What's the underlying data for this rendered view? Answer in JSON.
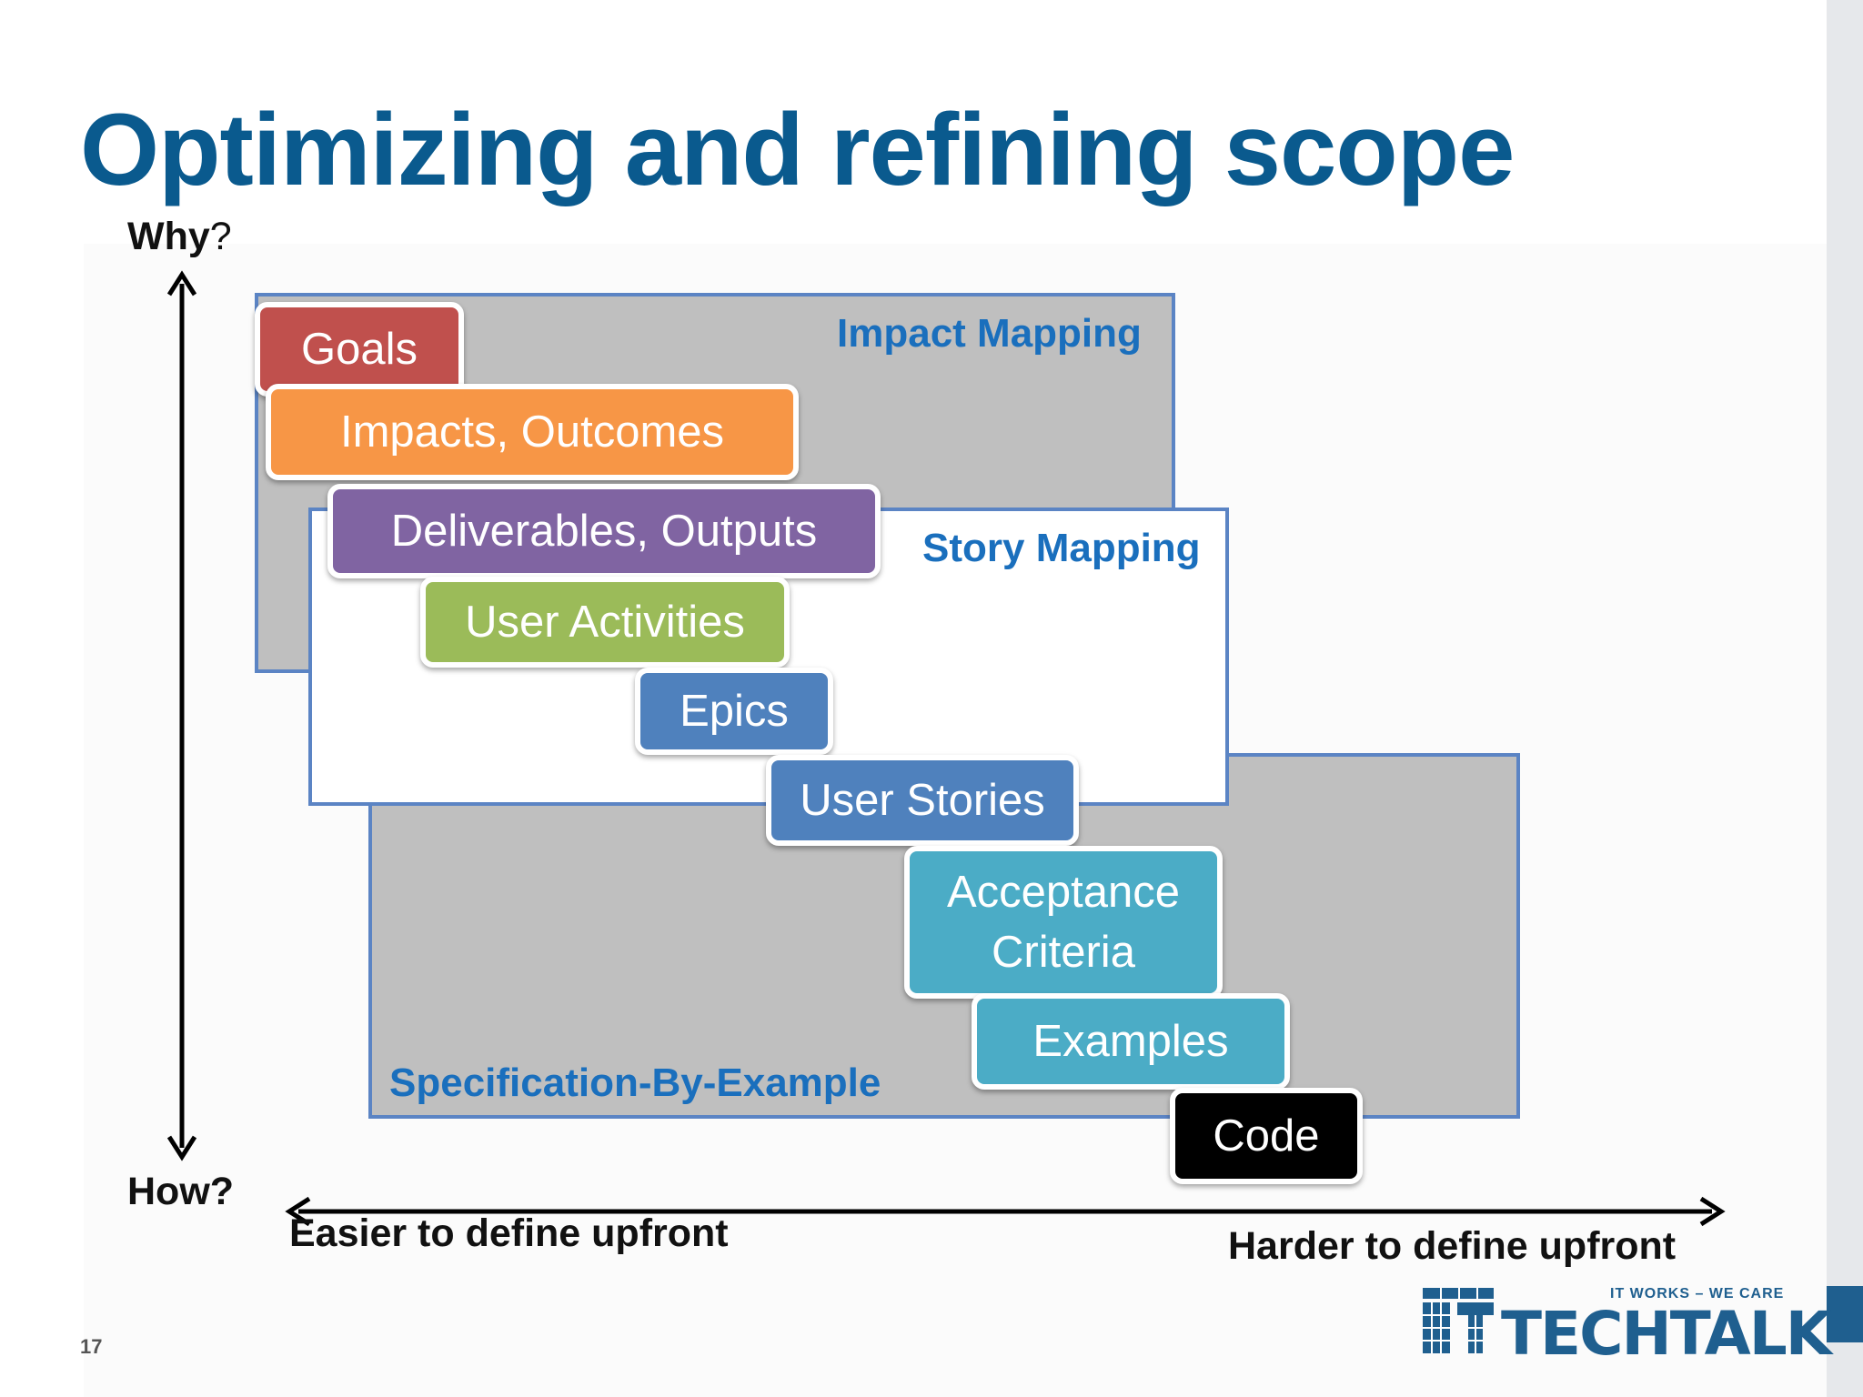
{
  "title": "Optimizing and refining scope",
  "vertical_axis": {
    "top_label_bold": "Why",
    "top_label_rest": "?",
    "bottom_label": "How?"
  },
  "horizontal_axis": {
    "left_label": "Easier to define upfront",
    "right_label": "Harder to define upfront"
  },
  "panels": {
    "impact_mapping": "Impact Mapping",
    "story_mapping": "Story Mapping",
    "specification_by_example": "Specification-By-Example"
  },
  "steps": [
    {
      "label": "Goals",
      "color": "#c0504d"
    },
    {
      "label": "Impacts, Outcomes",
      "color": "#f79646"
    },
    {
      "label": "Deliverables, Outputs",
      "color": "#8064a2"
    },
    {
      "label": "User Activities",
      "color": "#9bbb59"
    },
    {
      "label": "Epics",
      "color": "#4f81bd"
    },
    {
      "label": "User Stories",
      "color": "#4f81bd"
    },
    {
      "label": "Acceptance\nCriteria",
      "color": "#4bacc6"
    },
    {
      "label": "Examples",
      "color": "#4bacc6"
    },
    {
      "label": "Code",
      "color": "#000000"
    }
  ],
  "panel_colors": {
    "gray_fill": "#bfbfbf",
    "white_fill": "#ffffff",
    "border": "#5b84c4",
    "heading": "#1a6fbd"
  },
  "footer": {
    "page_number": "17",
    "logo_tagline": "IT WORKS – WE CARE",
    "logo_name": "TECHTALK",
    "logo_mark": "IT"
  }
}
